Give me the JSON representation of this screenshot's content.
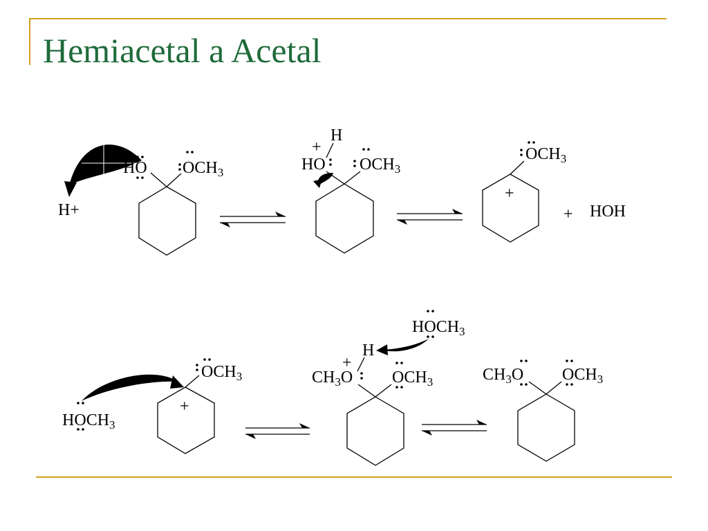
{
  "title": "Hemiacetal a Acetal",
  "colors": {
    "title": "#1f6b3a",
    "rule": "#d4a11e"
  },
  "labels": {
    "ho": "HO",
    "o": "O",
    "ch3": "CH",
    "sub3": "3",
    "h_plus": "H+",
    "h": "H",
    "plus": "+",
    "hoh": "HOH",
    "h_reagent": "H"
  },
  "icons": [
    "curved-arrow-icon",
    "equilibrium-arrow-icon",
    "cyclohexane-ring-icon",
    "lone-pair-icon"
  ]
}
